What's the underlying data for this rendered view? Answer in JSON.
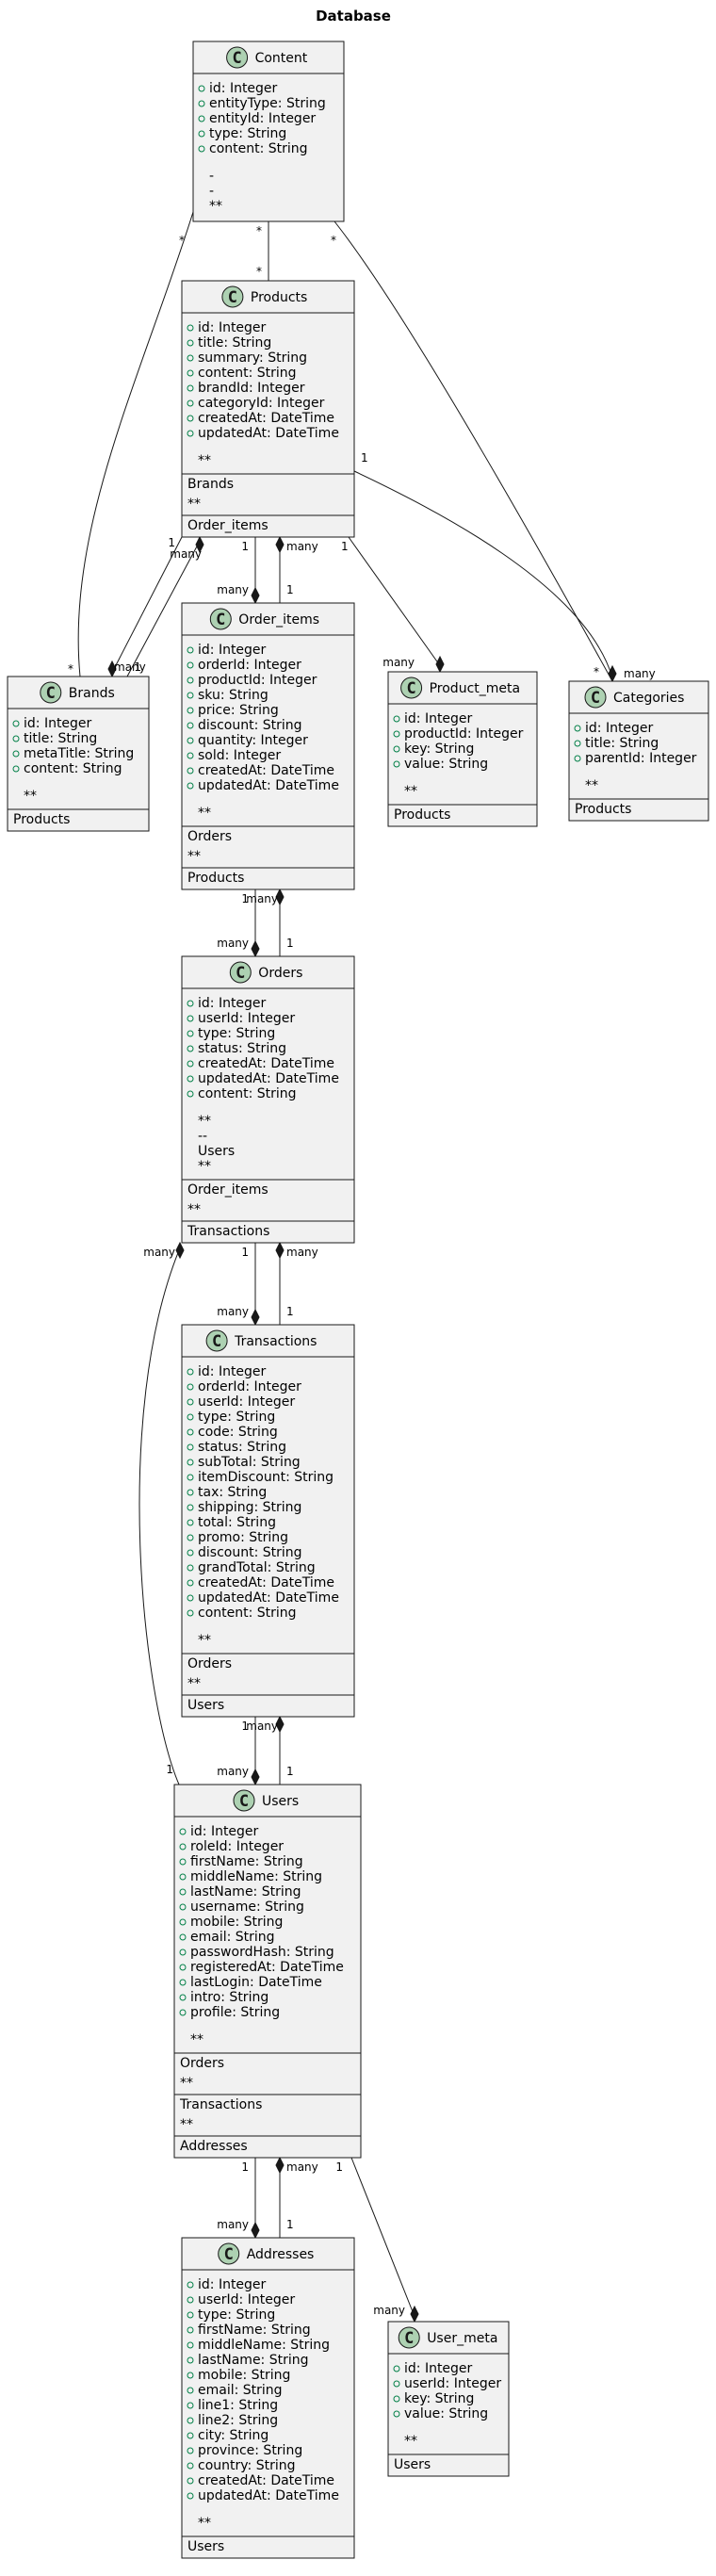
{
  "diagram": {
    "title": "Database",
    "classes": [
      {
        "key": "content",
        "letter": "C",
        "name": "Content",
        "attributes": [
          "id: Integer",
          "entityType: String",
          "entityId: Integer",
          "type: String",
          "content: String"
        ],
        "notes": [
          "-",
          "-",
          "**"
        ],
        "sections": []
      },
      {
        "key": "products",
        "letter": "C",
        "name": "Products",
        "attributes": [
          "id: Integer",
          "title: String",
          "summary: String",
          "content: String",
          "brandId: Integer",
          "categoryId: Integer",
          "createdAt: DateTime",
          "updatedAt: DateTime"
        ],
        "notes": [
          "**"
        ],
        "sections": [
          {
            "label": "Brands",
            "trail": "**"
          },
          {
            "label": "Order_items",
            "trail": ""
          }
        ]
      },
      {
        "key": "brands",
        "letter": "C",
        "name": "Brands",
        "attributes": [
          "id: Integer",
          "title: String",
          "metaTitle: String",
          "content: String"
        ],
        "notes": [
          "**"
        ],
        "sections": [
          {
            "label": "Products",
            "trail": ""
          }
        ]
      },
      {
        "key": "order_items",
        "letter": "C",
        "name": "Order_items",
        "attributes": [
          "id: Integer",
          "orderId: Integer",
          "productId: Integer",
          "sku: String",
          "price: String",
          "discount: String",
          "quantity: Integer",
          "sold: Integer",
          "createdAt: DateTime",
          "updatedAt: DateTime"
        ],
        "notes": [
          "**"
        ],
        "sections": [
          {
            "label": "Orders",
            "trail": "**"
          },
          {
            "label": "Products",
            "trail": ""
          }
        ]
      },
      {
        "key": "product_meta",
        "letter": "C",
        "name": "Product_meta",
        "attributes": [
          "id: Integer",
          "productId: Integer",
          "key: String",
          "value: String"
        ],
        "notes": [
          "**"
        ],
        "sections": [
          {
            "label": "Products",
            "trail": ""
          }
        ]
      },
      {
        "key": "categories",
        "letter": "C",
        "name": "Categories",
        "attributes": [
          "id: Integer",
          "title: String",
          "parentId: Integer"
        ],
        "notes": [
          "**"
        ],
        "sections": [
          {
            "label": "Products",
            "trail": ""
          }
        ]
      },
      {
        "key": "orders",
        "letter": "C",
        "name": "Orders",
        "attributes": [
          "id: Integer",
          "userId: Integer",
          "type: String",
          "status: String",
          "createdAt: DateTime",
          "updatedAt: DateTime",
          "content: String"
        ],
        "notes": [
          "**",
          "--",
          "Users",
          "**"
        ],
        "sections": [
          {
            "label": "Order_items",
            "trail": "**"
          },
          {
            "label": "Transactions",
            "trail": ""
          }
        ]
      },
      {
        "key": "transactions",
        "letter": "C",
        "name": "Transactions",
        "attributes": [
          "id: Integer",
          "orderId: Integer",
          "userId: Integer",
          "type: String",
          "code: String",
          "status: String",
          "subTotal: String",
          "itemDiscount: String",
          "tax: String",
          "shipping: String",
          "total: String",
          "promo: String",
          "discount: String",
          "grandTotal: String",
          "createdAt: DateTime",
          "updatedAt: DateTime",
          "content: String"
        ],
        "notes": [
          "**"
        ],
        "sections": [
          {
            "label": "Orders",
            "trail": "**"
          },
          {
            "label": "Users",
            "trail": ""
          }
        ]
      },
      {
        "key": "users",
        "letter": "C",
        "name": "Users",
        "attributes": [
          "id: Integer",
          "roleId: Integer",
          "firstName: String",
          "middleName: String",
          "lastName: String",
          "username: String",
          "mobile: String",
          "email: String",
          "passwordHash: String",
          "registeredAt: DateTime",
          "lastLogin: DateTime",
          "intro: String",
          "profile: String"
        ],
        "notes": [
          "**"
        ],
        "sections": [
          {
            "label": "Orders",
            "trail": "**"
          },
          {
            "label": "Transactions",
            "trail": "**"
          },
          {
            "label": "Addresses",
            "trail": ""
          }
        ]
      },
      {
        "key": "addresses",
        "letter": "C",
        "name": "Addresses",
        "attributes": [
          "id: Integer",
          "userId: Integer",
          "type: String",
          "firstName: String",
          "middleName: String",
          "lastName: String",
          "mobile: String",
          "email: String",
          "line1: String",
          "line2: String",
          "city: String",
          "province: String",
          "country: String",
          "createdAt: DateTime",
          "updatedAt: DateTime"
        ],
        "notes": [
          "**"
        ],
        "sections": [
          {
            "label": "Users",
            "trail": ""
          }
        ]
      },
      {
        "key": "user_meta",
        "letter": "C",
        "name": "User_meta",
        "attributes": [
          "id: Integer",
          "userId: Integer",
          "key: String",
          "value: String"
        ],
        "notes": [
          "**"
        ],
        "sections": [
          {
            "label": "Users",
            "trail": ""
          }
        ]
      }
    ],
    "relations": [
      {
        "id": "content-products",
        "from": "content",
        "to": "products",
        "diamond": false,
        "labels": [
          "*",
          "*"
        ]
      },
      {
        "id": "content-brands",
        "from": "content",
        "to": "brands",
        "diamond": false,
        "labels": [
          "*",
          "*"
        ]
      },
      {
        "id": "content-categories",
        "from": "content",
        "to": "categories",
        "diamond": false,
        "labels": [
          "*",
          "*"
        ]
      },
      {
        "id": "products-categories",
        "from": "products",
        "to": "categories",
        "diamond": true,
        "labels": [
          "1",
          "many"
        ]
      },
      {
        "id": "products-brands-a",
        "from": "products",
        "to": "brands",
        "diamond": true,
        "labels": [
          "1",
          "many"
        ]
      },
      {
        "id": "products-brands-b",
        "from": "brands",
        "to": "products",
        "diamond": true,
        "labels": [
          "1",
          "many"
        ]
      },
      {
        "id": "products-orderitems-a",
        "from": "products",
        "to": "order_items",
        "diamond": true,
        "labels": [
          "1",
          "many"
        ]
      },
      {
        "id": "products-orderitems-b",
        "from": "order_items",
        "to": "products",
        "diamond": true,
        "labels": [
          "1",
          "many"
        ]
      },
      {
        "id": "products-productmeta",
        "from": "products",
        "to": "product_meta",
        "diamond": true,
        "labels": [
          "1",
          "many"
        ]
      },
      {
        "id": "orderitems-orders-a",
        "from": "order_items",
        "to": "orders",
        "diamond": true,
        "labels": [
          "1",
          "many"
        ]
      },
      {
        "id": "orderitems-orders-b",
        "from": "orders",
        "to": "order_items",
        "diamond": true,
        "labels": [
          "1",
          "many"
        ]
      },
      {
        "id": "orders-transactions-a",
        "from": "orders",
        "to": "transactions",
        "diamond": true,
        "labels": [
          "1",
          "many"
        ]
      },
      {
        "id": "orders-transactions-b",
        "from": "transactions",
        "to": "orders",
        "diamond": true,
        "labels": [
          "1",
          "many"
        ]
      },
      {
        "id": "users-orders",
        "from": "users",
        "to": "orders",
        "diamond": true,
        "labels": [
          "1",
          "many"
        ]
      },
      {
        "id": "transactions-users-a",
        "from": "transactions",
        "to": "users",
        "diamond": true,
        "labels": [
          "1",
          "many"
        ]
      },
      {
        "id": "transactions-users-b",
        "from": "users",
        "to": "transactions",
        "diamond": true,
        "labels": [
          "1",
          "many"
        ]
      },
      {
        "id": "users-addresses-a",
        "from": "users",
        "to": "addresses",
        "diamond": true,
        "labels": [
          "1",
          "many"
        ]
      },
      {
        "id": "users-addresses-b",
        "from": "addresses",
        "to": "users",
        "diamond": true,
        "labels": [
          "1",
          "many"
        ]
      },
      {
        "id": "users-usermeta",
        "from": "users",
        "to": "user_meta",
        "diamond": true,
        "labels": [
          "1",
          "many"
        ]
      }
    ]
  }
}
